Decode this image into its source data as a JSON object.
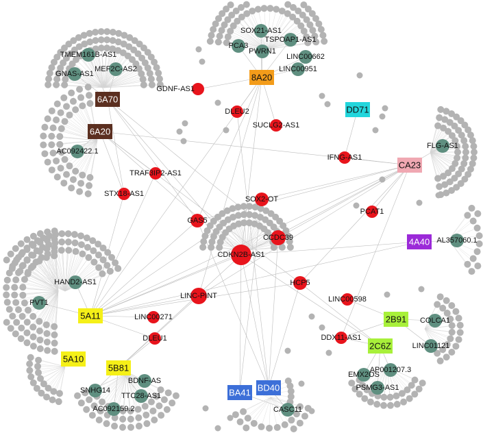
{
  "colors": {
    "lnc_red": "#e8141c",
    "lnc_teal": "#5f8f80",
    "leaf_gray": "#b3b3b3",
    "edge": "#bcbcbc"
  },
  "hubs": [
    {
      "id": "6A70",
      "label": "6A70",
      "color": "#5b2f20",
      "text": "#ffffff"
    },
    {
      "id": "6A20",
      "label": "6A20",
      "color": "#5b2f20",
      "text": "#ffffff"
    },
    {
      "id": "8A20",
      "label": "8A20",
      "color": "#f39c1a",
      "text": "#111111"
    },
    {
      "id": "DD71",
      "label": "DD71",
      "color": "#22d6dc",
      "text": "#111111"
    },
    {
      "id": "CA23",
      "label": "CA23",
      "color": "#f0a8b2",
      "text": "#111111"
    },
    {
      "id": "4A40",
      "label": "4A40",
      "color": "#9b2ad8",
      "text": "#ffffff"
    },
    {
      "id": "2B91",
      "label": "2B91",
      "color": "#a8f03a",
      "text": "#111111"
    },
    {
      "id": "2C6Z",
      "label": "2C6Z",
      "color": "#a8f03a",
      "text": "#111111"
    },
    {
      "id": "5A11",
      "label": "5A11",
      "color": "#f5f018",
      "text": "#111111"
    },
    {
      "id": "5A10",
      "label": "5A10",
      "color": "#f5f018",
      "text": "#111111"
    },
    {
      "id": "5B81",
      "label": "5B81",
      "color": "#f5f018",
      "text": "#111111"
    },
    {
      "id": "BA41",
      "label": "BA41",
      "color": "#3c6fd8",
      "text": "#ffffff"
    },
    {
      "id": "BD40",
      "label": "BD40",
      "color": "#3c6fd8",
      "text": "#ffffff"
    }
  ],
  "red_nodes": [
    {
      "id": "GDNF-AS1",
      "label": "GDNF-AS1"
    },
    {
      "id": "DLEU2",
      "label": "DLEU2"
    },
    {
      "id": "SUCLG2-AS1",
      "label": "SUCLG2-AS1"
    },
    {
      "id": "IFNG-AS1",
      "label": "IFNG-AS1"
    },
    {
      "id": "TRAF3IP2-AS1",
      "label": "TRAF3IP2-AS1"
    },
    {
      "id": "STX18-AS1",
      "label": "STX18-AS1"
    },
    {
      "id": "SOX2-OT",
      "label": "SOX2-OT"
    },
    {
      "id": "PCAT1",
      "label": "PCAT1"
    },
    {
      "id": "GAS5",
      "label": "GAS5"
    },
    {
      "id": "CCDC39",
      "label": "CCDC39"
    },
    {
      "id": "CDKN2B-AS1",
      "label": "CDKN2B-AS1"
    },
    {
      "id": "HCP5",
      "label": "HCP5"
    },
    {
      "id": "LINC-PINT",
      "label": "LINC-PINT"
    },
    {
      "id": "LINC00598",
      "label": "LINC00598"
    },
    {
      "id": "LINC00271",
      "label": "LINC00271"
    },
    {
      "id": "DLEU1",
      "label": "DLEU1"
    },
    {
      "id": "DDX11-AS1",
      "label": "DDX11-AS1"
    }
  ],
  "teal_nodes": [
    {
      "id": "TMEM161B-AS1",
      "label": "TMEM161B-AS1"
    },
    {
      "id": "GNAS-AS1",
      "label": "GNAS-AS1"
    },
    {
      "id": "MEF2C-AS2",
      "label": "MEF2C-AS2"
    },
    {
      "id": "AC092422.1",
      "label": "AC092422.1"
    },
    {
      "id": "SOX21-AS1",
      "label": "SOX21-AS1"
    },
    {
      "id": "PCA3",
      "label": "PCA3"
    },
    {
      "id": "TSPOAP1-AS1",
      "label": "TSPOAP1-AS1"
    },
    {
      "id": "PWRN1",
      "label": "PWRN1"
    },
    {
      "id": "LINC00662",
      "label": "LINC00662"
    },
    {
      "id": "LINC00951",
      "label": "LINC00951"
    },
    {
      "id": "FLG-AS1",
      "label": "FLG-AS1"
    },
    {
      "id": "AL357060.1",
      "label": "AL357060.1"
    },
    {
      "id": "COLCA1",
      "label": "COLCA1"
    },
    {
      "id": "LINC01121",
      "label": "LINC01121"
    },
    {
      "id": "EMX2OS",
      "label": "EMX2OS"
    },
    {
      "id": "AP001207.3",
      "label": "AP001207.3"
    },
    {
      "id": "PSMG3-AS1",
      "label": "PSMG3-AS1"
    },
    {
      "id": "HAND2-AS1",
      "label": "HAND2-AS1"
    },
    {
      "id": "PVT1",
      "label": "PVT1"
    },
    {
      "id": "SNHG14",
      "label": "SNHG14"
    },
    {
      "id": "BDNF-AS",
      "label": "BDNF-AS"
    },
    {
      "id": "TTC28-AS1",
      "label": "TTC28-AS1"
    },
    {
      "id": "AC092159.2",
      "label": "AC092159.2"
    },
    {
      "id": "CASC11",
      "label": "CASC11"
    }
  ],
  "edges": [
    [
      "6A70",
      "TMEM161B-AS1"
    ],
    [
      "6A70",
      "GNAS-AS1"
    ],
    [
      "6A70",
      "MEF2C-AS2"
    ],
    [
      "6A70",
      "GAS5"
    ],
    [
      "6A70",
      "CCDC39"
    ],
    [
      "6A70",
      "STX18-AS1"
    ],
    [
      "6A70",
      "CDKN2B-AS1"
    ],
    [
      "6A20",
      "AC092422.1"
    ],
    [
      "6A20",
      "TRAF3IP2-AS1"
    ],
    [
      "6A20",
      "STX18-AS1"
    ],
    [
      "6A20",
      "CDKN2B-AS1"
    ],
    [
      "6A20",
      "HCP5"
    ],
    [
      "6A20",
      "CA23"
    ],
    [
      "8A20",
      "SOX21-AS1"
    ],
    [
      "8A20",
      "PCA3"
    ],
    [
      "8A20",
      "TSPOAP1-AS1"
    ],
    [
      "8A20",
      "PWRN1"
    ],
    [
      "8A20",
      "LINC00662"
    ],
    [
      "8A20",
      "LINC00951"
    ],
    [
      "8A20",
      "GDNF-AS1"
    ],
    [
      "8A20",
      "DLEU2"
    ],
    [
      "8A20",
      "SUCLG2-AS1"
    ],
    [
      "8A20",
      "GAS5"
    ],
    [
      "8A20",
      "CDKN2B-AS1"
    ],
    [
      "8A20",
      "LINC-PINT"
    ],
    [
      "8A20",
      "5A11"
    ],
    [
      "DD71",
      "IFNG-AS1"
    ],
    [
      "CA23",
      "FLG-AS1"
    ],
    [
      "CA23",
      "IFNG-AS1"
    ],
    [
      "CA23",
      "PCAT1"
    ],
    [
      "CA23",
      "SOX2-OT"
    ],
    [
      "CA23",
      "CCDC39"
    ],
    [
      "CA23",
      "CDKN2B-AS1"
    ],
    [
      "CA23",
      "GAS5"
    ],
    [
      "CA23",
      "HCP5"
    ],
    [
      "CA23",
      "DDX11-AS1"
    ],
    [
      "CA23",
      "5A11"
    ],
    [
      "CA23",
      "LINC-PINT"
    ],
    [
      "4A40",
      "AL357060.1"
    ],
    [
      "4A40",
      "CDKN2B-AS1"
    ],
    [
      "4A40",
      "5A11"
    ],
    [
      "2B91",
      "COLCA1"
    ],
    [
      "2B91",
      "LINC01121"
    ],
    [
      "2B91",
      "LINC00598"
    ],
    [
      "2B91",
      "DDX11-AS1"
    ],
    [
      "2C6Z",
      "EMX2OS"
    ],
    [
      "2C6Z",
      "AP001207.3"
    ],
    [
      "2C6Z",
      "PSMG3-AS1"
    ],
    [
      "2C6Z",
      "DDX11-AS1"
    ],
    [
      "2C6Z",
      "HCP5"
    ],
    [
      "2C6Z",
      "CDKN2B-AS1"
    ],
    [
      "5A11",
      "HAND2-AS1"
    ],
    [
      "5A11",
      "PVT1"
    ],
    [
      "5A11",
      "LINC00271"
    ],
    [
      "5A11",
      "LINC-PINT"
    ],
    [
      "5A11",
      "CDKN2B-AS1"
    ],
    [
      "5A11",
      "GAS5"
    ],
    [
      "5A11",
      "SOX2-OT"
    ],
    [
      "5A11",
      "CCDC39"
    ],
    [
      "5A11",
      "HCP5"
    ],
    [
      "5A11",
      "DLEU1"
    ],
    [
      "5A11",
      "STX18-AS1"
    ],
    [
      "5A11",
      "TRAF3IP2-AS1"
    ],
    [
      "5B81",
      "SNHG14"
    ],
    [
      "5B81",
      "BDNF-AS"
    ],
    [
      "5B81",
      "TTC28-AS1"
    ],
    [
      "5B81",
      "AC092159.2"
    ],
    [
      "5B81",
      "DLEU1"
    ],
    [
      "5B81",
      "CDKN2B-AS1"
    ],
    [
      "5B81",
      "LINC-PINT"
    ],
    [
      "BA41",
      "CDKN2B-AS1"
    ],
    [
      "BA41",
      "CASC11"
    ],
    [
      "BA41",
      "SOX2-OT"
    ],
    [
      "BD40",
      "CASC11"
    ],
    [
      "BD40",
      "CDKN2B-AS1"
    ],
    [
      "BD40",
      "HCP5"
    ],
    [
      "BD40",
      "CCDC39"
    ],
    [
      "BD40",
      "GAS5"
    ],
    [
      "BD40",
      "DLEU2"
    ]
  ]
}
